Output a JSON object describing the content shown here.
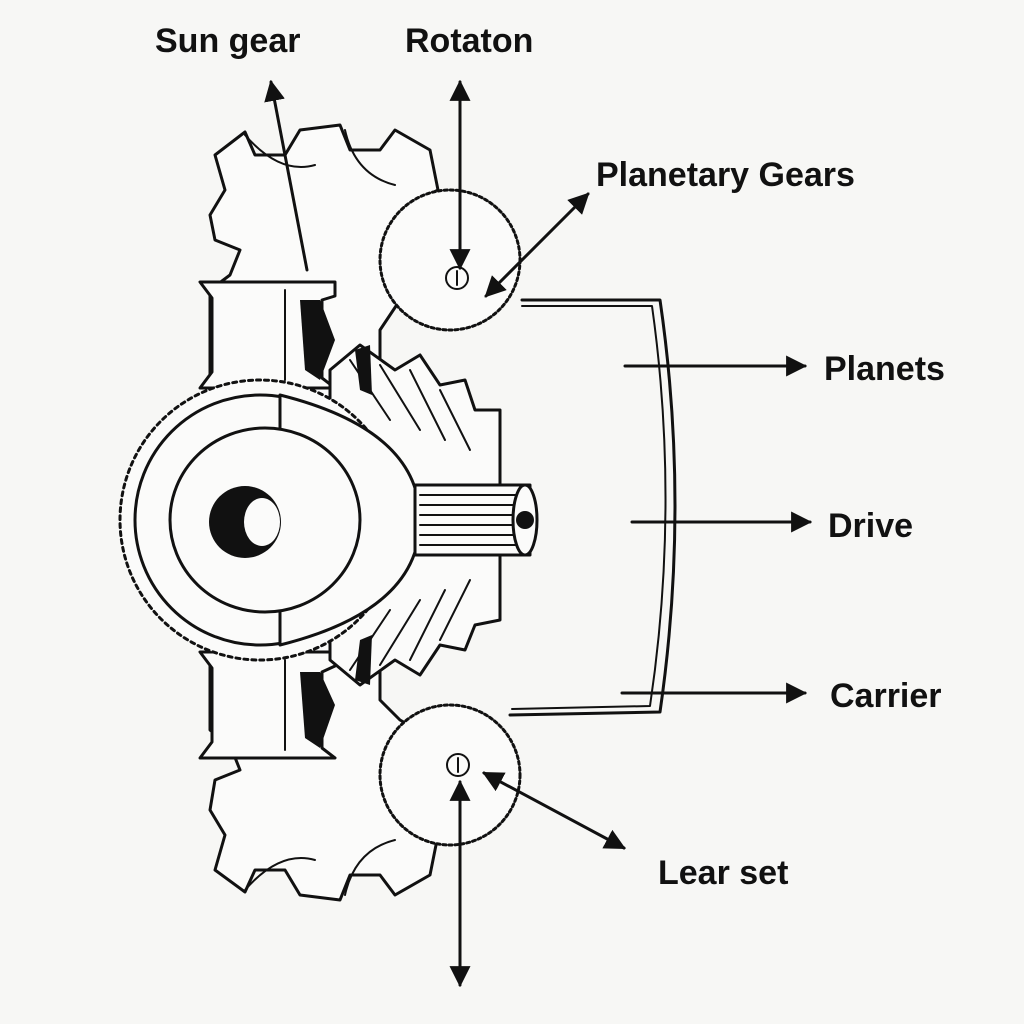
{
  "labels": {
    "sun_gear": "Sun gear",
    "rotation": "Rotaton",
    "planetary_gears": "Planetary Gears",
    "planets": "Planets",
    "drive": "Drive",
    "carrier": "Carrier",
    "lear_set": "Lear set"
  },
  "colors": {
    "ink": "#111111",
    "paper": "#f7f7f5"
  }
}
